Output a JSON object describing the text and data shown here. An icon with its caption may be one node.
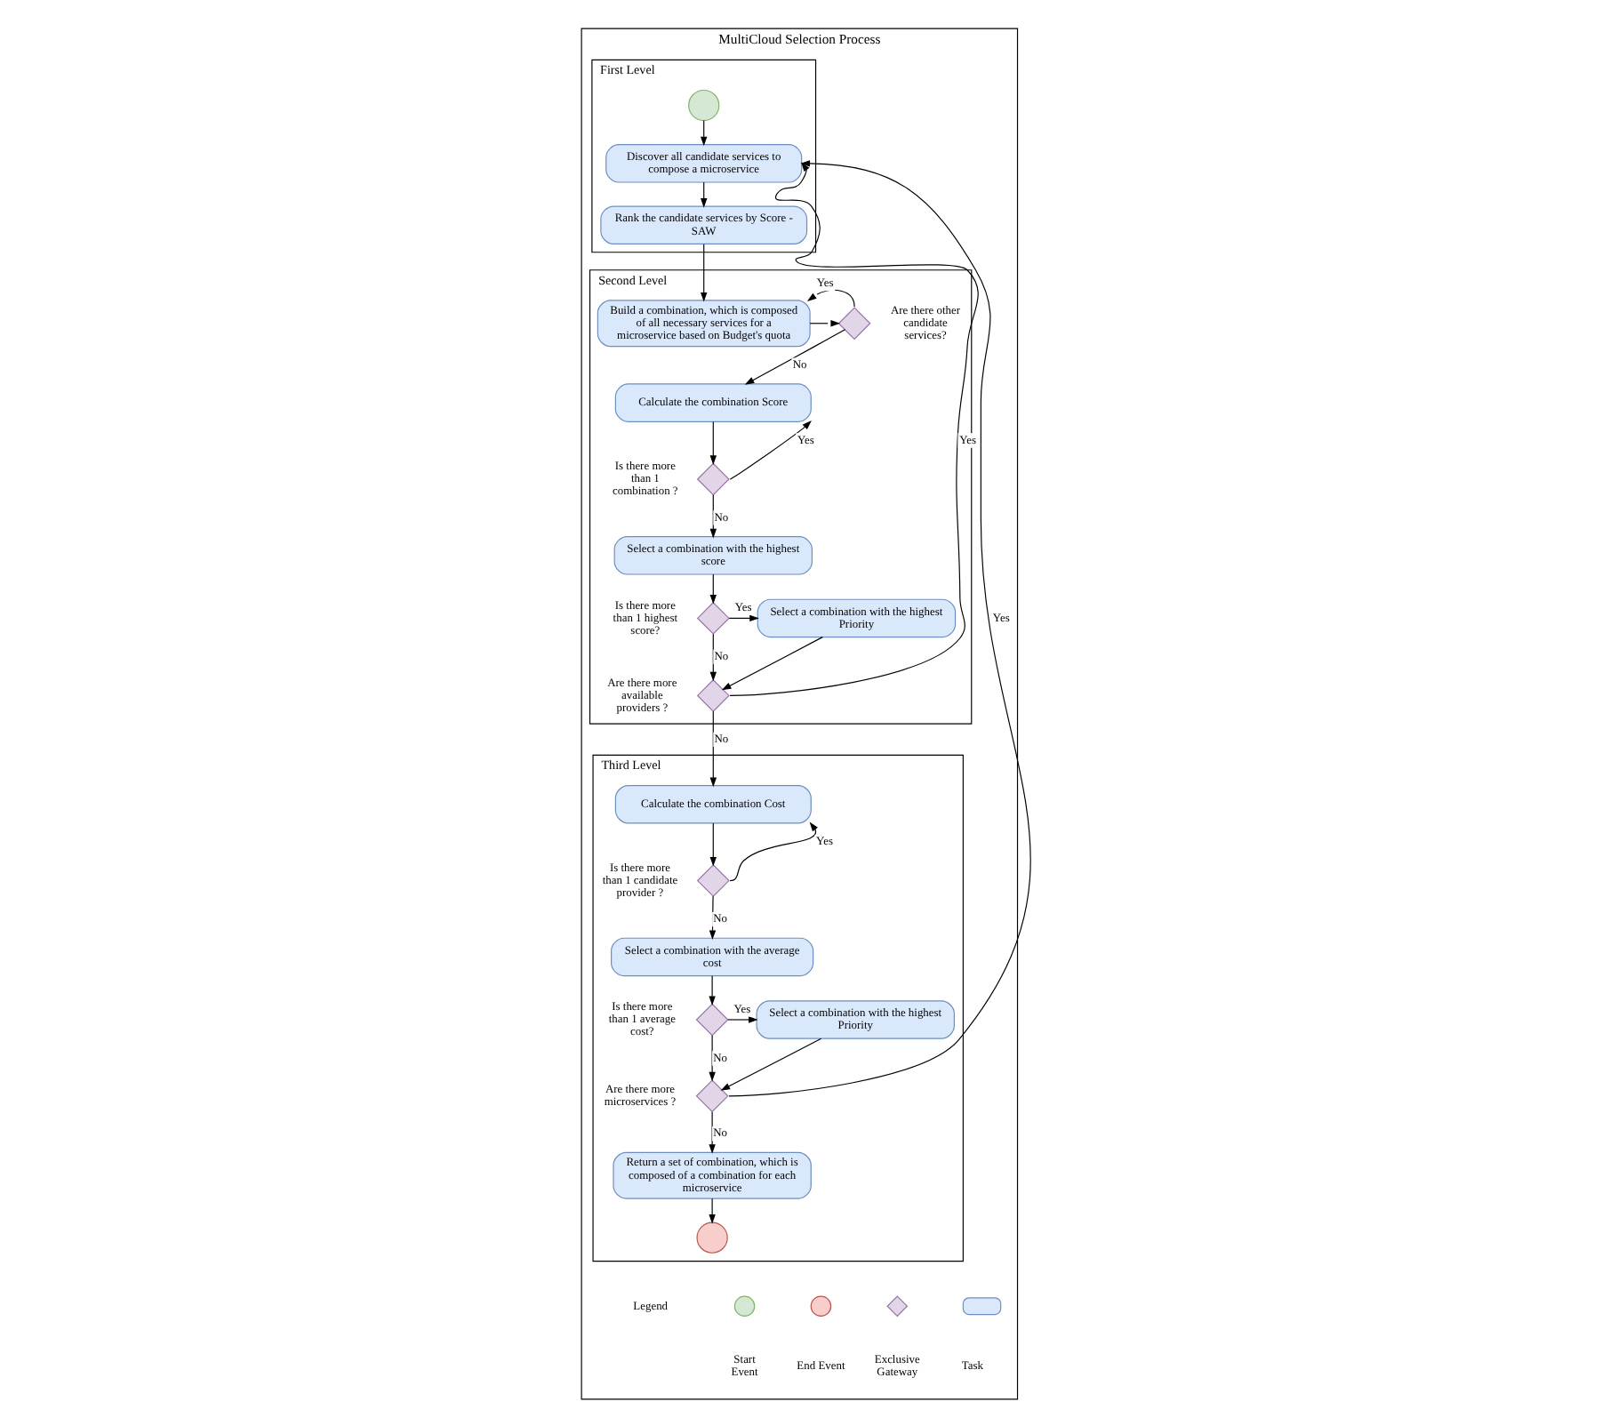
{
  "diagram": {
    "nodes": [
      {
        "text": [
          "MultiCloud Selection Process"
        ]
      },
      {
        "text": [
          "First Level"
        ],
        "in": 0
      },
      {
        "text": [],
        "shape": "circle",
        "in": 1
      },
      {
        "text": [
          "Discover all candidate services to compose a microservice"
        ],
        "in": 1
      },
      {
        "text": [
          "Rank the candidate services by Score - SAW"
        ],
        "in": 1
      },
      {
        "text": [
          "Second Level"
        ],
        "in": 0
      },
      {
        "text": [
          "Build a combination, which is composed of all necessary services for a microservice based on Budget's quota"
        ],
        "in": 5
      },
      {
        "text": [],
        "shape": "diamond",
        "beside": [
          "Are there other candidate services?"
        ],
        "in": 5
      },
      {
        "text": [
          "Calculate the combination Score"
        ],
        "in": 5
      },
      {
        "text": [],
        "shape": "diamond",
        "beside": [
          "Is there more than 1 combination ?"
        ],
        "in": 5
      },
      {
        "text": [
          "Select a combination with the highest score"
        ],
        "in": 5
      },
      {
        "text": [],
        "shape": "diamond",
        "beside": [
          "Is there more than 1 highest score?"
        ],
        "in": 5
      },
      {
        "text": [
          "Select a combination with the highest Priority"
        ],
        "in": 5
      },
      {
        "text": [],
        "shape": "diamond",
        "beside": [
          "Are there more available providers ?"
        ],
        "in": 5
      },
      {
        "text": [
          "Third Level"
        ],
        "in": 0
      },
      {
        "text": [
          "Calculate the combination Cost"
        ],
        "in": 14
      },
      {
        "text": [],
        "shape": "diamond",
        "beside": [
          "Is there more than 1 candidate provider ?"
        ],
        "in": 14
      },
      {
        "text": [
          "Select a combination with the average cost"
        ],
        "in": 14
      },
      {
        "text": [],
        "shape": "diamond",
        "beside": [
          "Is there more than 1 average cost?"
        ],
        "in": 14
      },
      {
        "text": [
          "Select a combination with the highest Priority"
        ],
        "in": 14
      },
      {
        "text": [],
        "shape": "diamond",
        "beside": [
          "Are there more microservices ?"
        ],
        "in": 14
      },
      {
        "text": [
          "Return a set of combination, which is composed of a combination for each microservice"
        ],
        "in": 14
      },
      {
        "text": [],
        "shape": "circle",
        "in": 14
      }
    ],
    "edges": [
      {
        "from": 2,
        "to": 3,
        "arrow": "to"
      },
      {
        "from": 3,
        "to": 4,
        "arrow": "to"
      },
      {
        "from": 4,
        "to": 6,
        "arrow": "to"
      },
      {
        "from": 6,
        "to": 7,
        "arrow": "to"
      },
      {
        "from": 7,
        "to": 6,
        "label": "Yes",
        "arrow": "to"
      },
      {
        "from": 7,
        "to": 8,
        "label": "No",
        "arrow": "to"
      },
      {
        "from": 8,
        "to": 9,
        "arrow": "to"
      },
      {
        "from": 9,
        "to": 8,
        "label": "Yes",
        "arrow": "to"
      },
      {
        "from": 9,
        "to": 10,
        "label": "No",
        "arrow": "to"
      },
      {
        "from": 10,
        "to": 11,
        "arrow": "to"
      },
      {
        "from": 11,
        "to": 12,
        "label": "Yes",
        "arrow": "to"
      },
      {
        "from": 11,
        "to": 13,
        "label": "No",
        "arrow": "to"
      },
      {
        "from": 12,
        "to": 13,
        "arrow": "to"
      },
      {
        "from": 13,
        "to": 3,
        "label": "Yes",
        "arrow": "to"
      },
      {
        "from": 13,
        "to": 15,
        "label": "No",
        "arrow": "to"
      },
      {
        "from": 15,
        "to": 16,
        "arrow": "to"
      },
      {
        "from": 16,
        "to": 15,
        "label": "Yes",
        "arrow": "to"
      },
      {
        "from": 16,
        "to": 17,
        "label": "No",
        "arrow": "to"
      },
      {
        "from": 17,
        "to": 18,
        "arrow": "to"
      },
      {
        "from": 18,
        "to": 19,
        "label": "Yes",
        "arrow": "to"
      },
      {
        "from": 18,
        "to": 20,
        "label": "No",
        "arrow": "to"
      },
      {
        "from": 19,
        "to": 20,
        "arrow": "to"
      },
      {
        "from": 20,
        "to": 3,
        "label": "Yes",
        "arrow": "to"
      },
      {
        "from": 20,
        "to": 21,
        "label": "No",
        "arrow": "to"
      },
      {
        "from": 21,
        "to": 22,
        "arrow": "to"
      }
    ],
    "labels": [
      "Legend"
    ],
    "legend": [
      {
        "text": "Start Event"
      },
      {
        "text": "End Event"
      },
      {
        "text": "Exclusive Gateway"
      },
      {
        "text": "Task"
      }
    ]
  }
}
